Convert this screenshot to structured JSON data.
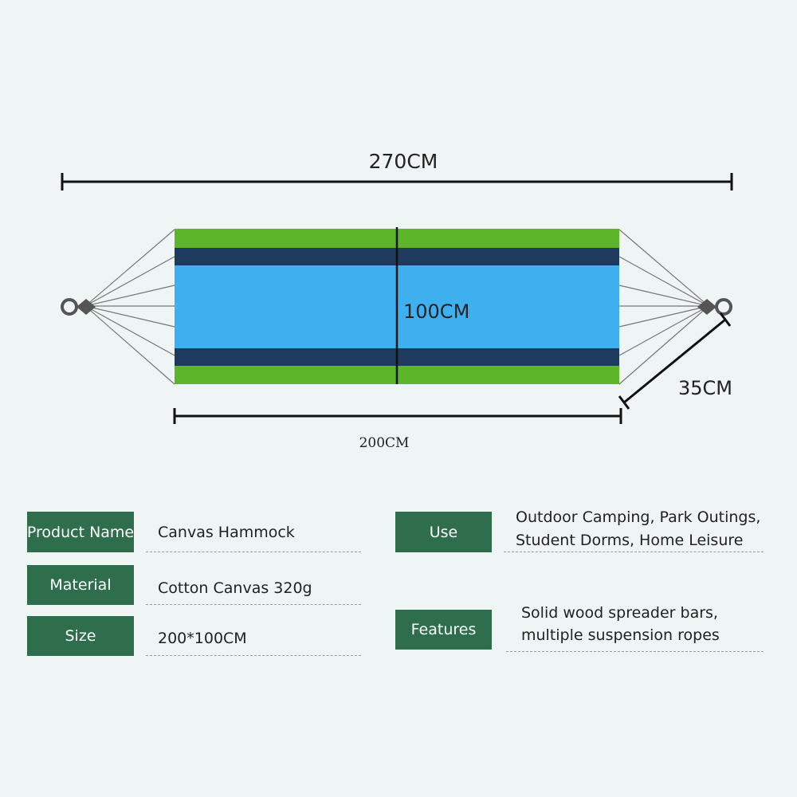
{
  "diagram": {
    "total_length": "270CM",
    "bed_width": "100CM",
    "bed_length": "200CM",
    "rope_length": "35CM",
    "colors": {
      "background": "#eef5f4",
      "green": "#5db52a",
      "navy": "#1e3a5f",
      "sky": "#3fb0ef",
      "tag": "#2e6e4d"
    }
  },
  "specs": {
    "product_name": {
      "label": "Product Name",
      "value": "Canvas Hammock"
    },
    "material": {
      "label": "Material",
      "value": "Cotton Canvas 320g"
    },
    "size": {
      "label": "Size",
      "value": "200*100CM"
    },
    "use": {
      "label": "Use",
      "line1": "Outdoor Camping, Park Outings,",
      "line2": "Student Dorms, Home Leisure"
    },
    "features": {
      "label": "Features",
      "line1": "Solid wood spreader bars,",
      "line2": "multiple suspension ropes"
    }
  }
}
